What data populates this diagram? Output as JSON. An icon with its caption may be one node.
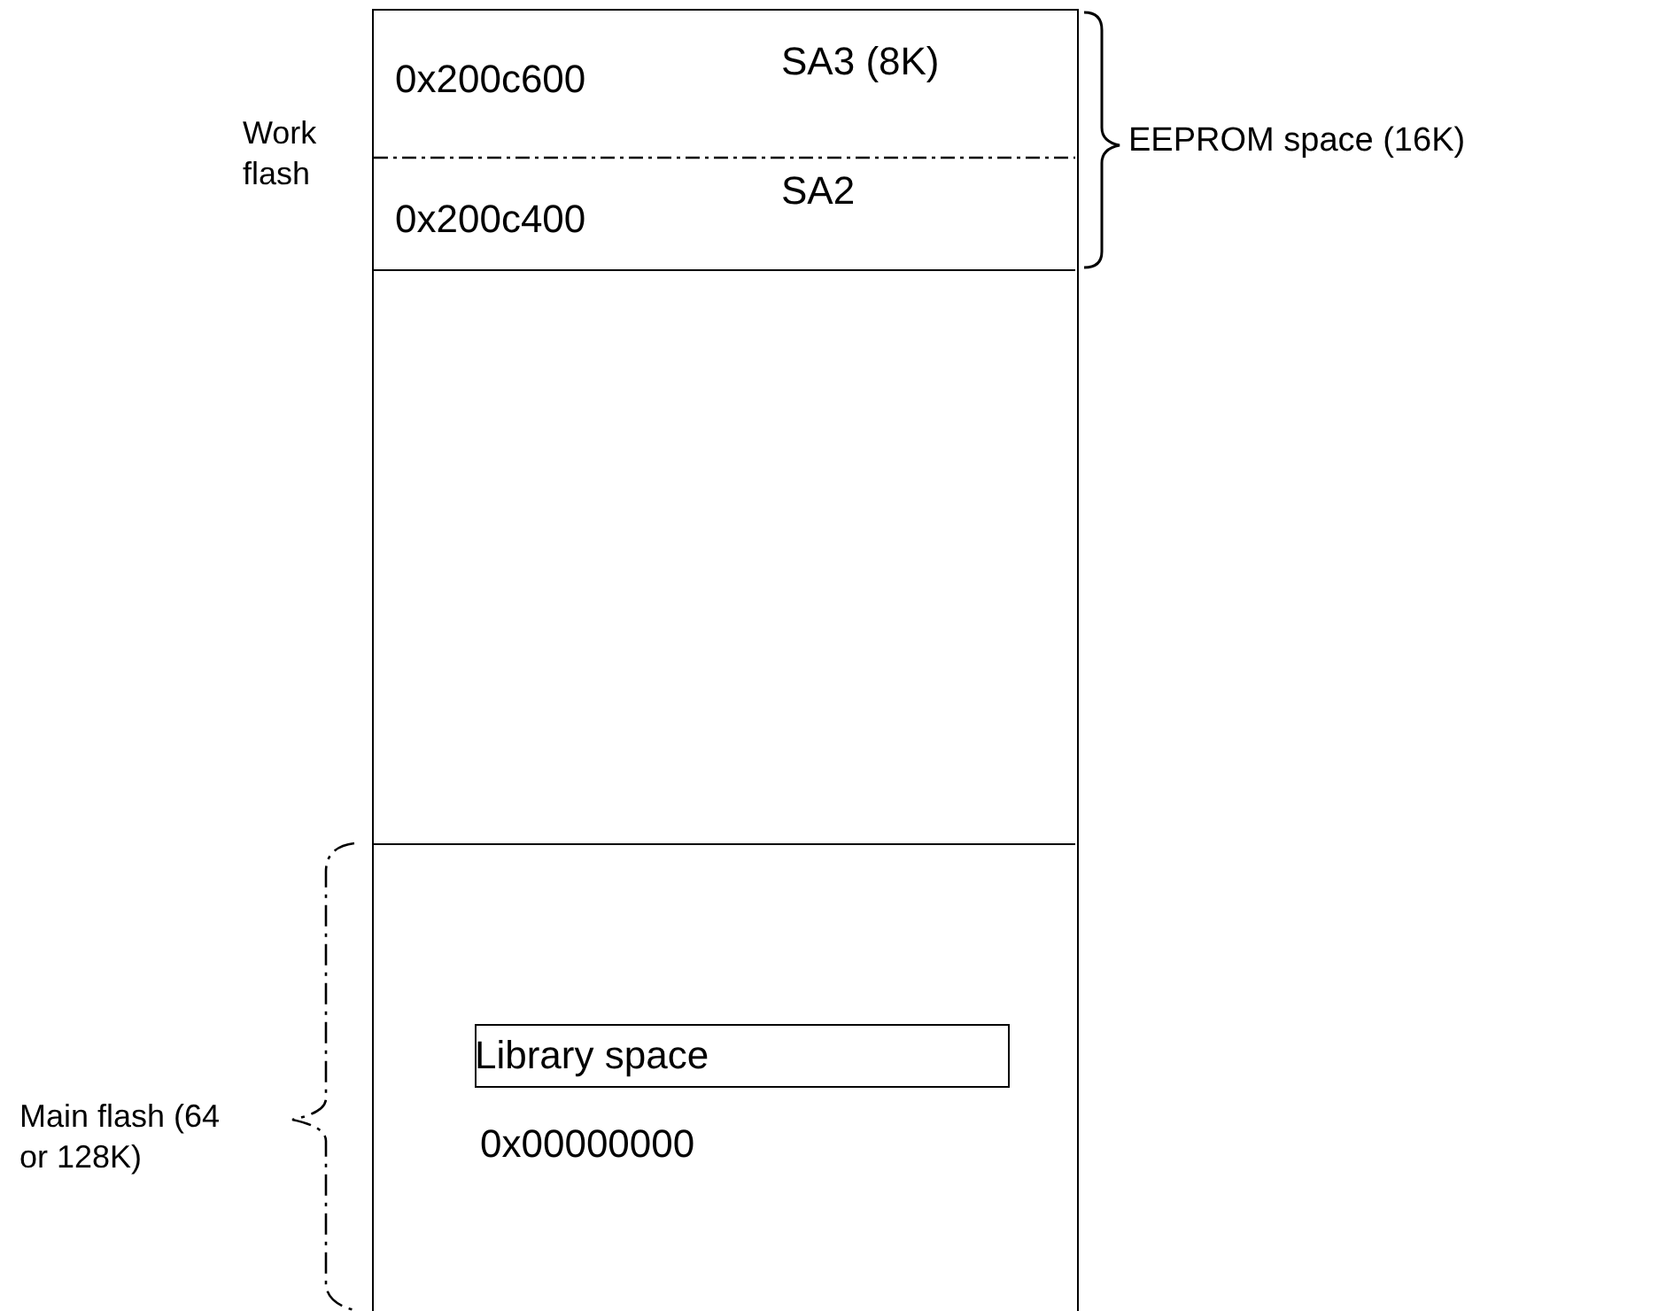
{
  "diagram": {
    "nodes": [
      {
        "text": [],
        "shape": "box"
      },
      {
        "text": [
          "0x200c600",
          "SA3 (8K)"
        ],
        "in": 0
      },
      {
        "text": [
          "0x200c400",
          "SA2"
        ],
        "in": 0
      },
      {
        "text": [
          "0x00000000"
        ],
        "in": 0
      },
      {
        "text": [
          "Library space"
        ],
        "in": 3
      }
    ],
    "edges": [],
    "labels": [
      "Work flash",
      "EEPROM space (16K)",
      "Main flash (64 or 128K)"
    ]
  }
}
